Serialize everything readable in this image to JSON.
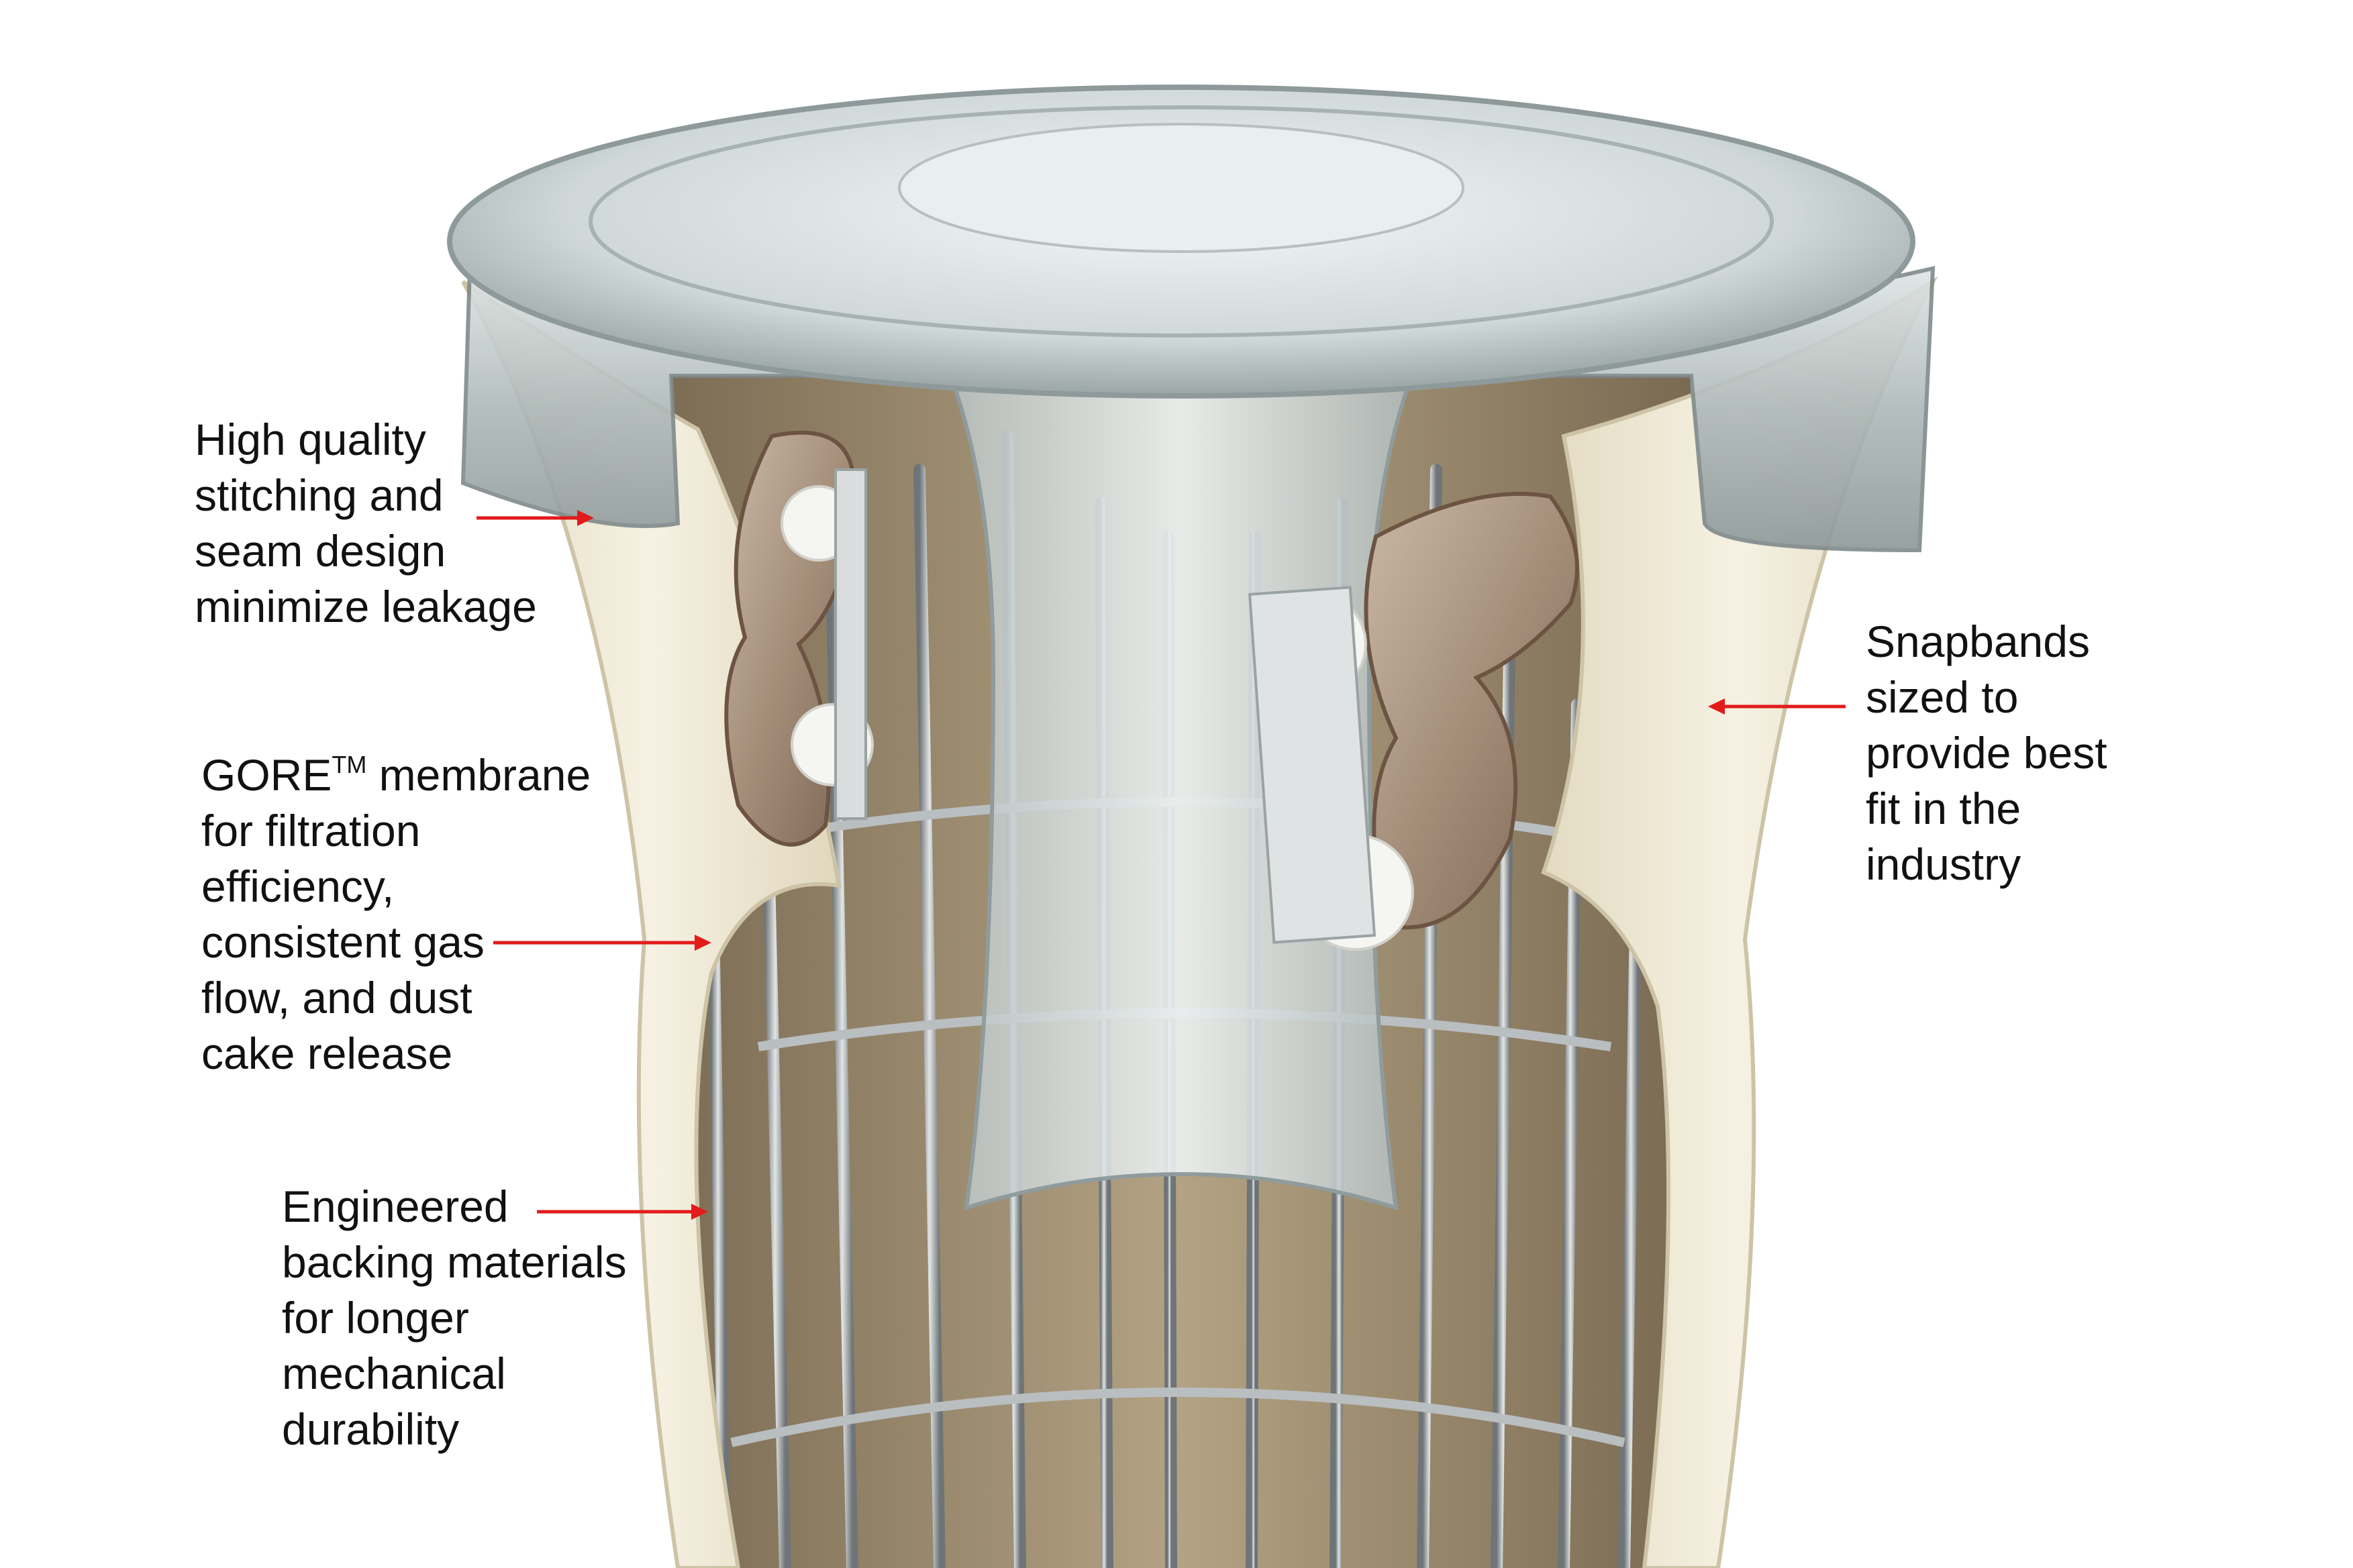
{
  "colors": {
    "arrow": "#e21b1b",
    "text": "#111111",
    "felt": "#f2ecd9",
    "felt_shadow": "#d8ceb0",
    "cage_wire": "#9ea3a6",
    "inner_bag": "#a8967a",
    "glass": "#c9d2d3",
    "background": "#ffffff"
  },
  "callouts": {
    "stitching": {
      "lines": [
        "High quality",
        "stitching and",
        "seam design",
        "minimize leakage"
      ]
    },
    "membrane": {
      "brand": "GORE",
      "trademark": "TM",
      "first_line_rest": " membrane",
      "lines": [
        "for filtration",
        "efficiency,",
        "consistent gas",
        "flow, and dust",
        "cake release"
      ]
    },
    "backing": {
      "lines": [
        "Engineered",
        "backing materials",
        "for longer",
        "mechanical",
        "durability"
      ]
    },
    "snapbands": {
      "lines": [
        "Snapbands",
        "sized to",
        "provide best",
        "fit in the",
        "industry"
      ]
    }
  }
}
